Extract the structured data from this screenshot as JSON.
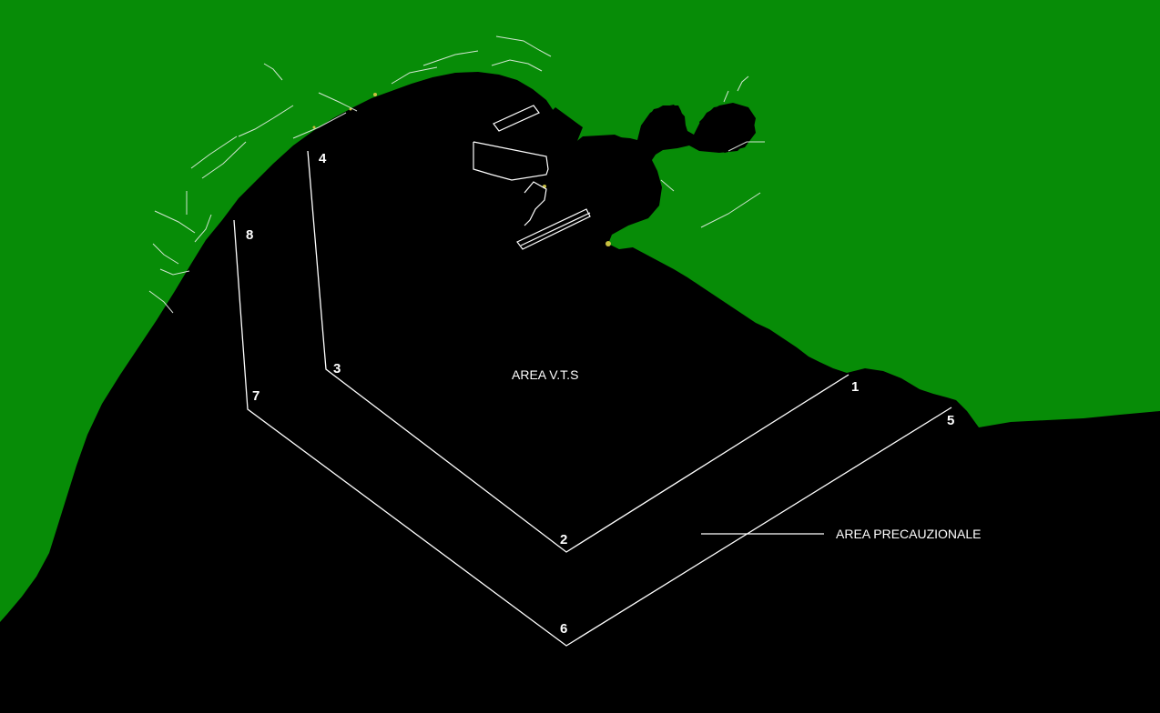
{
  "colors": {
    "land": "#078c07",
    "sea": "#000000",
    "lines": "#ffffff",
    "coast_highlight": "#c8c040"
  },
  "labels": {
    "vts_area": "AREA V.T.S",
    "precautionary_area": "AREA PRECAUZIONALE"
  },
  "waypoints": [
    {
      "id": "1",
      "label": "1"
    },
    {
      "id": "2",
      "label": "2"
    },
    {
      "id": "3",
      "label": "3"
    },
    {
      "id": "4",
      "label": "4"
    },
    {
      "id": "5",
      "label": "5"
    },
    {
      "id": "6",
      "label": "6"
    },
    {
      "id": "7",
      "label": "7"
    },
    {
      "id": "8",
      "label": "8"
    }
  ]
}
